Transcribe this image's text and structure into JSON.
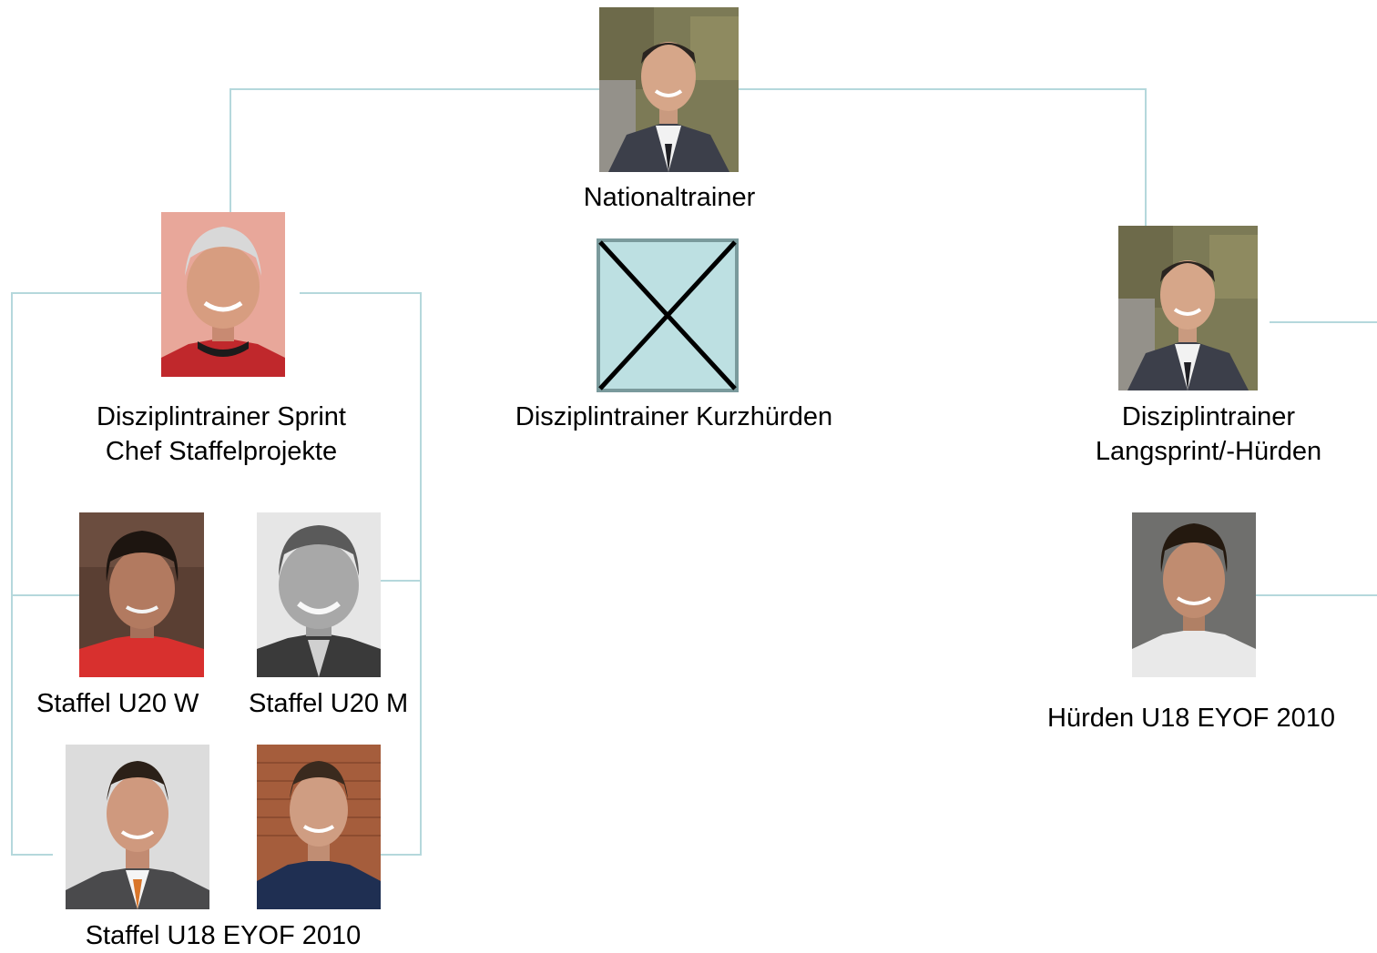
{
  "colors": {
    "connector": "#b5d8dc",
    "placeholder_fill": "#bde0e2",
    "placeholder_border": "#7a9a9c",
    "placeholder_cross": "#000000"
  },
  "nodes": {
    "national": {
      "title": "Nationaltrainer",
      "photo": "portrait-man-suit-rock-background"
    },
    "sprint": {
      "title_line1": "Disziplintrainer Sprint",
      "title_line2": "Chef Staffelprojekte",
      "photo": "portrait-grey-haired-man-red-shirt"
    },
    "kurzhuerden": {
      "title": "Disziplintrainer Kurzhürden",
      "photo": "missing-image-placeholder"
    },
    "langsprint": {
      "title_line1": "Disziplintrainer",
      "title_line2": "Langsprint/-Hürden",
      "photo": "portrait-man-suit-rock-background"
    },
    "staffel_u20w": {
      "title": "Staffel U20 W",
      "photo": "portrait-curly-hair-red-shirt"
    },
    "staffel_u20m": {
      "title": "Staffel U20 M",
      "photo": "portrait-grayscale-man-suit"
    },
    "staffel_u18": {
      "title": "Staffel U18 EYOF 2010",
      "photo_a": "portrait-man-suit-orange-tie",
      "photo_b": "portrait-man-navy-sports-jacket"
    },
    "huerden_u18": {
      "title": "Hürden U18 EYOF 2010",
      "photo": "portrait-young-man-white-shirt"
    }
  }
}
